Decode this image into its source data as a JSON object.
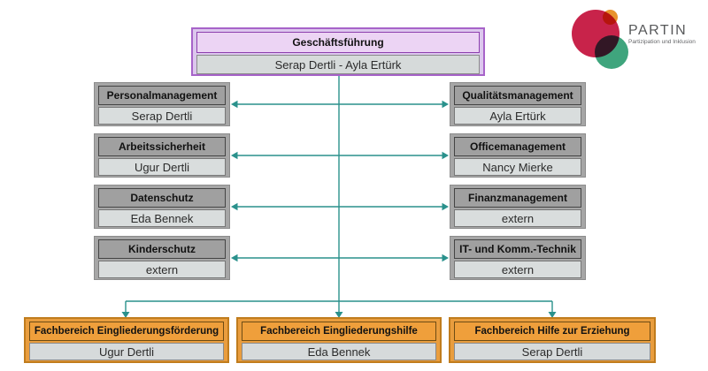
{
  "org": {
    "root": {
      "title": "Geschäftsführung",
      "person": "Serap Dertli - Ayla Ertürk"
    },
    "left": [
      {
        "title": "Personalmanagement",
        "person": "Serap Dertli"
      },
      {
        "title": "Arbeitssicherheit",
        "person": "Ugur Dertli"
      },
      {
        "title": "Datenschutz",
        "person": "Eda Bennek"
      },
      {
        "title": "Kinderschutz",
        "person": "extern"
      }
    ],
    "right": [
      {
        "title": "Qualitätsmanagement",
        "person": "Ayla Ertürk"
      },
      {
        "title": "Officemanagement",
        "person": "Nancy Mierke"
      },
      {
        "title": "Finanzmanagement",
        "person": "extern"
      },
      {
        "title": "IT- und Komm.-Technik",
        "person": "extern"
      }
    ],
    "bottom": [
      {
        "title": "Fachbereich Eingliederungsförderung",
        "person": "Ugur Dertli"
      },
      {
        "title": "Fachbereich Eingliederungshilfe",
        "person": "Eda Bennek"
      },
      {
        "title": "Fachbereich Hilfe zur Erziehung",
        "person": "Serap Dertli"
      }
    ]
  },
  "logo": {
    "brand": "PARTIN",
    "tagline": "Partizipation und Inklusion"
  },
  "colors": {
    "connector_teal": "#2a918c",
    "root_fill": "#dcc7ed",
    "root_header_fill": "#ecd4f4",
    "root_border": "#a763c9",
    "gray_fill": "#a6a6a6",
    "gray_header_fill": "#a0a0a0",
    "gray_person_fill": "#d9dddd",
    "orange_fill": "#e99d3e",
    "orange_header_fill": "#ef9f3b",
    "logo_red": "#c8234a",
    "logo_green": "#3fa57d",
    "logo_orange": "#e8932c"
  }
}
